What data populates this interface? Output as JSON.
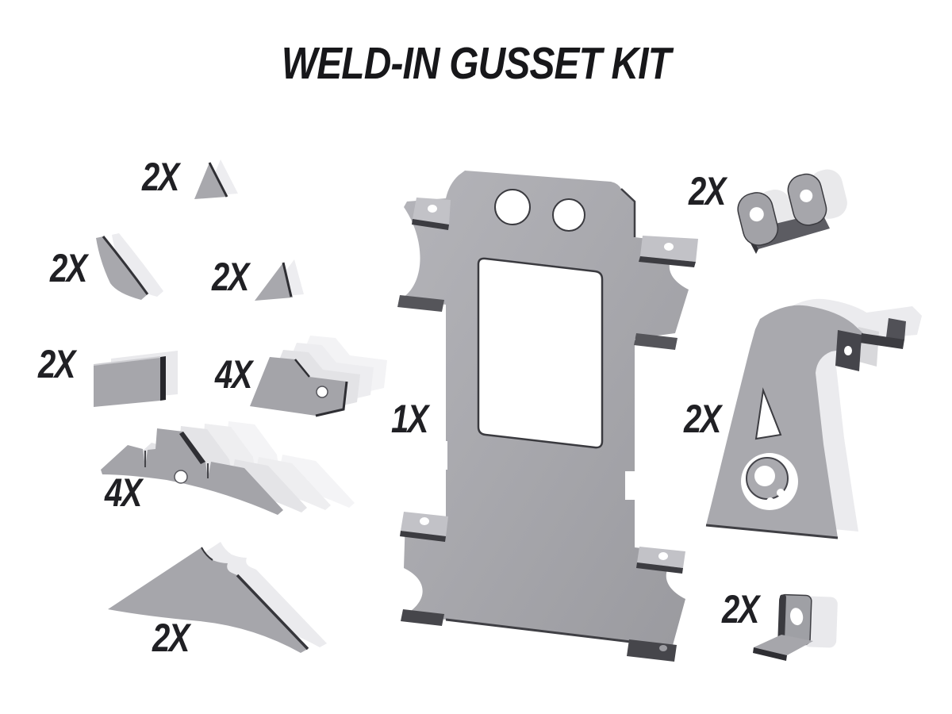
{
  "title": "WELD-IN GUSSET KIT",
  "parts": [
    {
      "name": "small-triangle-gusset",
      "qty": "2X"
    },
    {
      "name": "curved-fin-gusset",
      "qty": "2X"
    },
    {
      "name": "triangle-gusset",
      "qty": "2X"
    },
    {
      "name": "rectangular-plate",
      "qty": "2X"
    },
    {
      "name": "notched-gusset-plate",
      "qty": "4X"
    },
    {
      "name": "long-frame-bracket",
      "qty": "4X"
    },
    {
      "name": "curved-frame-gusset",
      "qty": "2X"
    },
    {
      "name": "main-crossmember-plate",
      "qty": "1X"
    },
    {
      "name": "clevis-mount-bracket",
      "qty": "2X"
    },
    {
      "name": "shock-mount-bracket",
      "qty": "2X"
    },
    {
      "name": "l-bracket",
      "qty": "2X"
    }
  ],
  "colors": {
    "background": "#ffffff",
    "text": "#202024",
    "steel": "#a6a6ab",
    "steel_light": "#c2c2c7",
    "ghost": "#ececef",
    "edge_dark": "#2e2e33",
    "hardware_dark": "#4a4a50"
  }
}
